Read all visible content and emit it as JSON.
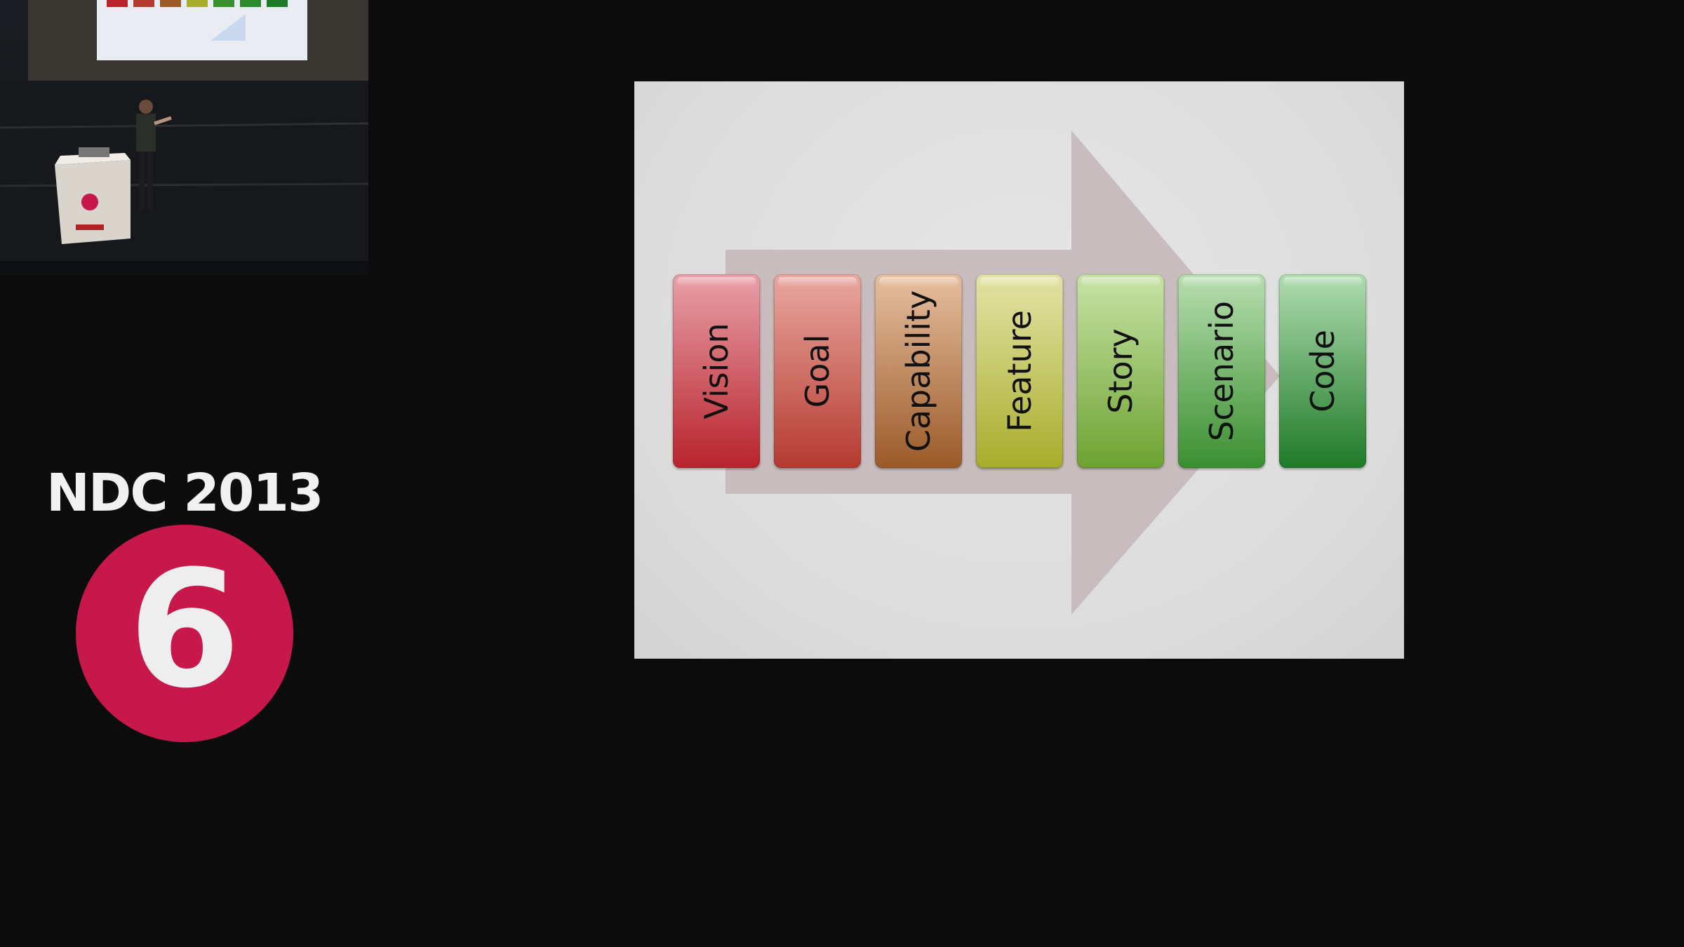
{
  "event": {
    "title": "NDC 2013",
    "logo_text": "6",
    "logo_color": "#c8174a"
  },
  "slide": {
    "background": "#e0e0e0",
    "arrow_color": "#c9bcbf",
    "steps": [
      {
        "label": "Vision",
        "top": "#e8a0a8",
        "bottom": "#b8232c"
      },
      {
        "label": "Goal",
        "top": "#e9a8a0",
        "bottom": "#b53a30"
      },
      {
        "label": "Capability",
        "top": "#e6bfa0",
        "bottom": "#9b5a28"
      },
      {
        "label": "Feature",
        "top": "#e3e3a6",
        "bottom": "#a9ad2c"
      },
      {
        "label": "Story",
        "top": "#c8e3a6",
        "bottom": "#6da232"
      },
      {
        "label": "Scenario",
        "top": "#b8deb0",
        "bottom": "#3a8f30"
      },
      {
        "label": "Code",
        "top": "#b0dcb0",
        "bottom": "#1f7a28"
      }
    ]
  }
}
